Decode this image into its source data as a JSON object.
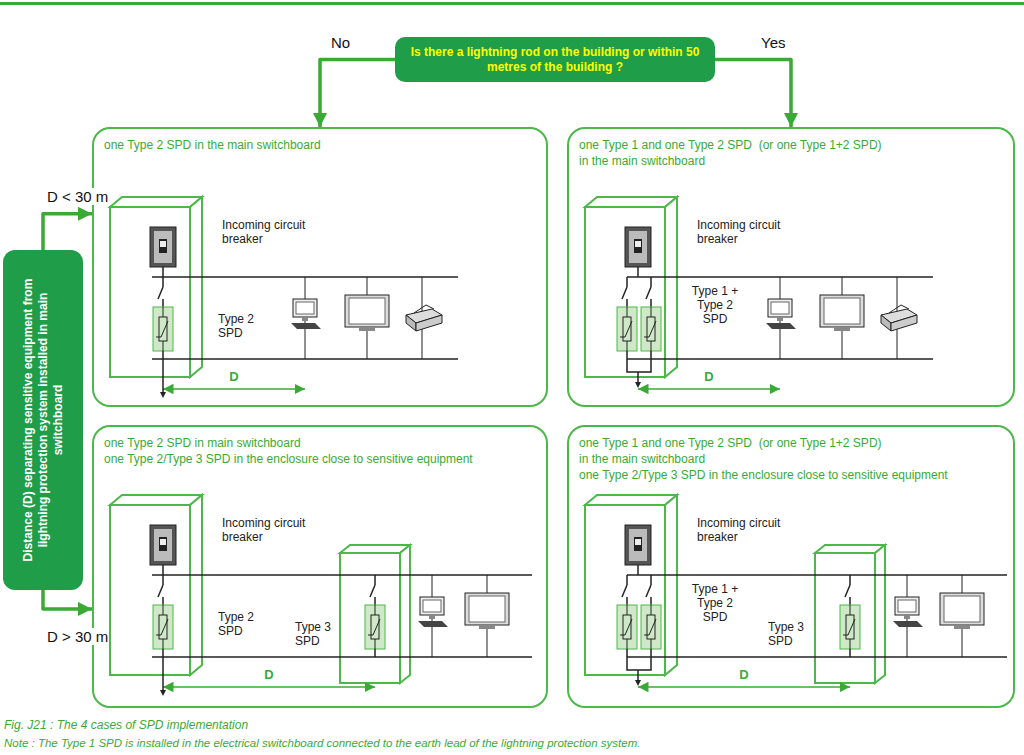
{
  "diagram": {
    "caption": "Fig. J21 : The 4 cases of SPD implementation",
    "nodes": [
      {
        "text": [
          "Is there a lightning rod on the building or within 50 metres of the building ?"
        ]
      },
      {
        "text": [
          "Distance (D) separating sensitive equipment from lightning protection system installed in main switchboard"
        ]
      },
      {
        "text": [
          "one Type 2 SPD in the main switchboard"
        ]
      },
      {
        "text": [
          "one Type 1 and one Type 2 SPD  (or one Type 1+2 SPD) in the main switchboard"
        ]
      },
      {
        "text": [
          "one Type 2 SPD in main switchboard",
          "one Type 2/Type 3 SPD in the enclosure close to sensitive equipment"
        ]
      },
      {
        "text": [
          "one Type 1 and one Type 2 SPD  (or one Type 1+2 SPD) in the main switchboard",
          "one Type 2/Type 3 SPD in the enclosure close to sensitive equipment"
        ]
      }
    ],
    "edges": [
      {
        "from": 0,
        "to": 2,
        "arrow": "to",
        "label": "No"
      },
      {
        "from": 0,
        "to": 3,
        "arrow": "to",
        "label": "Yes"
      },
      {
        "from": 1,
        "to": 2,
        "arrow": "to",
        "label": "D < 30 m"
      },
      {
        "from": 1,
        "to": 4,
        "arrow": "to",
        "label": "D > 30 m"
      }
    ],
    "labels": [
      "Incoming circuit breaker",
      "Type 2 SPD",
      "D",
      "Incoming circuit breaker",
      "Type 1 + Type 2 SPD",
      "D",
      "Incoming circuit breaker",
      "Type 2 SPD",
      "Type 3 SPD",
      "D",
      "Incoming circuit breaker",
      "Type 1 + Type 2 SPD",
      "Type 3 SPD",
      "D",
      "Note : The Type 1 SPD is installed in the electrical switchboard connected to the earth lead of the lightning protection system."
    ]
  }
}
